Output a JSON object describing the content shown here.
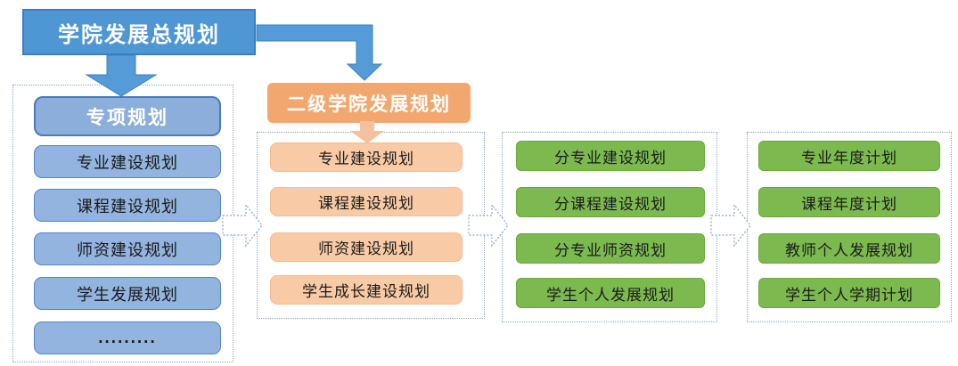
{
  "colors": {
    "root_fill": "#4f97d4",
    "root_border": "#3b7fc0",
    "arrow_blue": "#549bd8",
    "blue_header_fill": "#8caeda",
    "blue_header_border": "#4a7ab8",
    "blue_item_fill": "#92b4de",
    "blue_item_border": "#5585c7",
    "orange_header_fill": "#f2a76e",
    "orange_item_fill": "#f8cba6",
    "orange_item_border": "#f3bb8e",
    "orange_arrow": "#f5c09c",
    "green_fill": "#7cba50",
    "green_border": "#68a93c",
    "group_border": "#8aa6c6",
    "item_text": "#1a1a1a"
  },
  "root": {
    "label": "学院发展总规划"
  },
  "groups": [
    {
      "name": "special-plans",
      "header": "专项规划",
      "items": [
        "专业建设规划",
        "课程建设规划",
        "师资建设规划",
        "学生发展规划",
        "........."
      ]
    },
    {
      "name": "secondary-college-plans",
      "header": "二级学院发展规划",
      "items": [
        "专业建设规划",
        "课程建设规划",
        "师资建设规划",
        "学生成长建设规划"
      ]
    },
    {
      "name": "per-major-plans",
      "items": [
        "分专业建设规划",
        "分课程建设规划",
        "分专业师资规划",
        "学生个人发展规划"
      ]
    },
    {
      "name": "annual-plans",
      "items": [
        "专业年度计划",
        "课程年度计划",
        "教师个人发展规划",
        "学生个人学期计划"
      ]
    }
  ]
}
